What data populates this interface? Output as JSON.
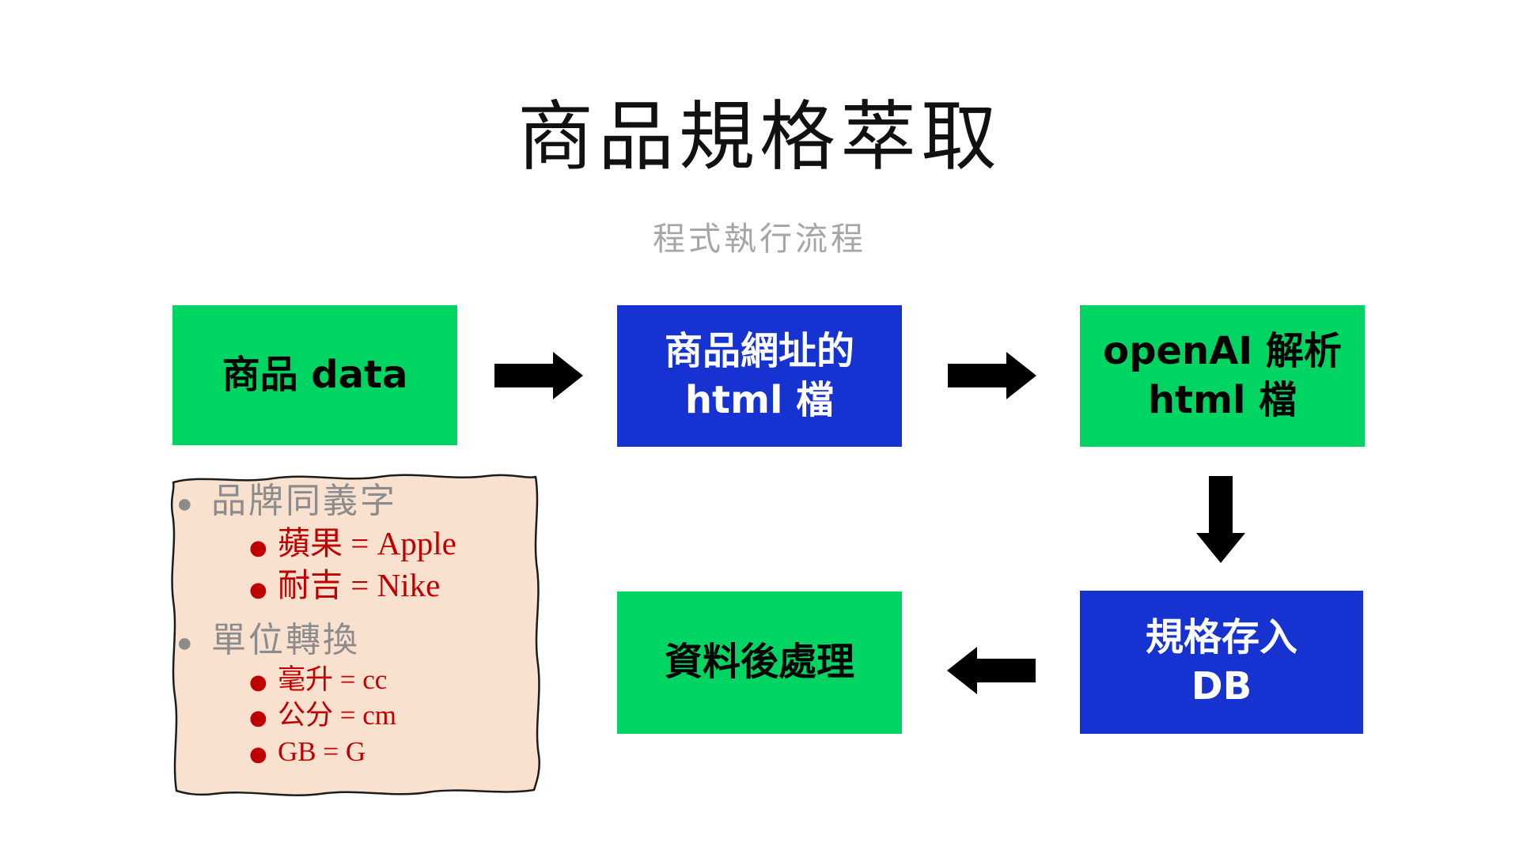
{
  "slide": {
    "title": "商品規格萃取",
    "subtitle": "程式執行流程"
  },
  "flow": {
    "boxes": [
      {
        "id": "product-data",
        "label": "商品 data",
        "variant": "green"
      },
      {
        "id": "url-html",
        "label": "商品網址的\nhtml 檔",
        "variant": "blue"
      },
      {
        "id": "openai-parse",
        "label": "openAI 解析\nhtml 檔",
        "variant": "green"
      },
      {
        "id": "spec-db",
        "label": "規格存入\nDB",
        "variant": "blue"
      },
      {
        "id": "post-process",
        "label": "資料後處理",
        "variant": "green"
      }
    ],
    "arrows": [
      {
        "id": "arrow-1",
        "direction": "right"
      },
      {
        "id": "arrow-2",
        "direction": "right"
      },
      {
        "id": "arrow-down",
        "direction": "down"
      },
      {
        "id": "arrow-left",
        "direction": "left"
      }
    ]
  },
  "note": {
    "sections": [
      {
        "heading": "品牌同義字",
        "items": [
          "蘋果 = Apple",
          "耐吉 = Nike"
        ]
      },
      {
        "heading": "單位轉換",
        "items": [
          "毫升 = cc",
          "公分 = cm",
          "GB = G"
        ]
      }
    ]
  },
  "colors": {
    "box_green": "#00d563",
    "box_blue": "#1633d1",
    "note_bg": "#f9e1d0",
    "note_border": "#1c1c1c",
    "note_heading_gray": "#8c8c8c",
    "note_item_red": "#c00000",
    "subtitle_gray": "#a6a6a6",
    "arrow_black": "#000000",
    "title_black": "#111111"
  }
}
